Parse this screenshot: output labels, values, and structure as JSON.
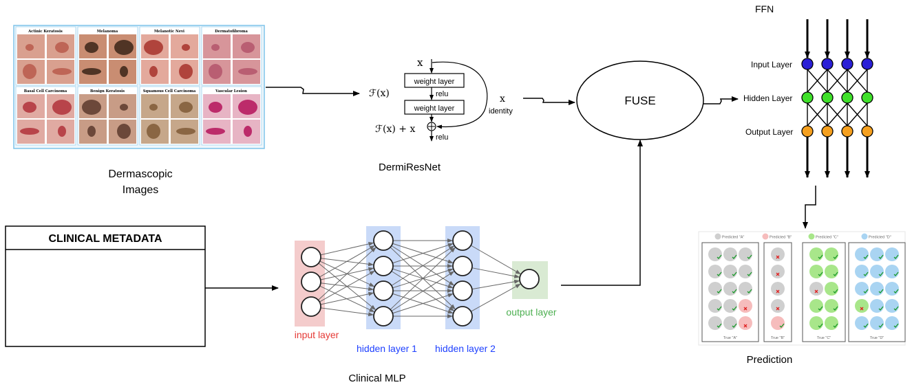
{
  "dermoscopy": {
    "caption_line1": "Dermascopic",
    "caption_line2": "Images",
    "classes": [
      {
        "name": "Actinic Keratosis",
        "tint": "#d9a08f",
        "lesion": "#b85a4c"
      },
      {
        "name": "Melanoma",
        "tint": "#c98d72",
        "lesion": "#3b2418"
      },
      {
        "name": "Melanotic Nevi",
        "tint": "#e3a99c",
        "lesion": "#a7332c"
      },
      {
        "name": "Dermatofibroma",
        "tint": "#d7959a",
        "lesion": "#b4556b"
      },
      {
        "name": "Basal Cell Carcinoma",
        "tint": "#e0aaa2",
        "lesion": "#b0333b"
      },
      {
        "name": "Benign Keratosis",
        "tint": "#c89c86",
        "lesion": "#5c3a2d"
      },
      {
        "name": "Squamous Cell Carcinoma",
        "tint": "#c6a78a",
        "lesion": "#7f5b36"
      },
      {
        "name": "Vascular Lesion",
        "tint": "#e7b4c4",
        "lesion": "#b4135a"
      }
    ]
  },
  "resnet": {
    "caption": "DermiResNet",
    "x_top": "x",
    "fx": "ℱ(x)",
    "weight_layer_1": "weight layer",
    "relu_1": "relu",
    "weight_layer_2": "weight layer",
    "x_right": "x",
    "identity": "identity",
    "fx_plus_x": "ℱ(x) + x",
    "relu_2": "relu"
  },
  "fuse": {
    "label": "FUSE"
  },
  "ffn": {
    "title": "FFN",
    "input_layer": "Input Layer",
    "hidden_layer": "Hidden Layer",
    "output_layer": "Output Layer",
    "colors": {
      "input": "#2a1fd6",
      "hidden": "#3fe02a",
      "output": "#f5a01f"
    }
  },
  "metadata": {
    "title": "CLINICAL METADATA"
  },
  "mlp": {
    "caption": "Clinical MLP",
    "input_layer": "input layer",
    "hidden_layer_1": "hidden layer 1",
    "hidden_layer_2": "hidden layer 2",
    "output_layer": "output layer",
    "colors": {
      "input": "#e53935",
      "hidden": "#1e40ff",
      "output": "#4caf50",
      "input_bg": "#f4cccc",
      "hidden_bg": "#c9daf8",
      "output_bg": "#d9ead3"
    }
  },
  "prediction": {
    "caption": "Prediction",
    "groups": [
      {
        "predicted": "Predicted \"A\"",
        "true": "True \"A\"",
        "color": "#cfcfcf"
      },
      {
        "predicted": "Predicted \"B\"",
        "true": "True \"B\"",
        "color": "#f6bcbc"
      },
      {
        "predicted": "Predicted \"C\"",
        "true": "True \"C\"",
        "color": "#a8e68a"
      },
      {
        "predicted": "Predicted \"D\"",
        "true": "True \"D\"",
        "color": "#a9d4f2"
      }
    ]
  }
}
